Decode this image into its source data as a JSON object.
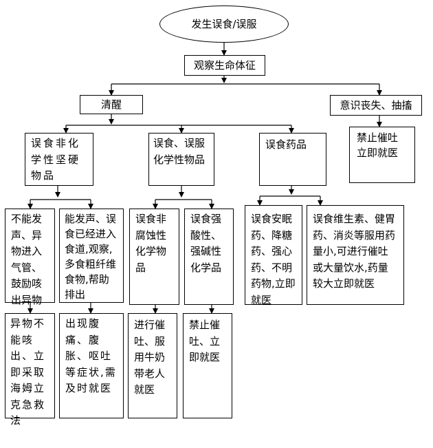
{
  "start": "发生误食/误服",
  "observe": "观察生命体征",
  "conscious": "清醒",
  "unconscious": "意识丧失、抽搐",
  "unconscious_action": "禁止催吐立即就医",
  "hard_object": "误食非化学性坚硬物品",
  "chemical": "误食、误服化学性物品",
  "drug": "误食药品",
  "cannot_cough": "不能发声、异物进入气管、鼓励咳出异物",
  "can_speak": "能发声、误食已经进入食道,观察,多食粗纤维食物,帮助排出",
  "non_corrosive": "误食非腐蚀性化学物品",
  "strong_acid_base": "误食强酸性、强碱性化学品",
  "sedative_drugs": "误食安眠药、降糖药、强心药、不明药物,立即就医",
  "vitamin_drugs": "误食维生素、健胃药、消炎等服用药量小,可进行催吐或大量饮水,药量较大立即就医",
  "heimlich": "异物不能咳出、立即采取海姆立克急救法",
  "symptoms": "出现腹痛、腹胀、呕吐等症状,需及时就医",
  "induce_vomit": "进行催吐、服用牛奶带老人就医",
  "no_vomit": "禁止催吐、立即就医"
}
